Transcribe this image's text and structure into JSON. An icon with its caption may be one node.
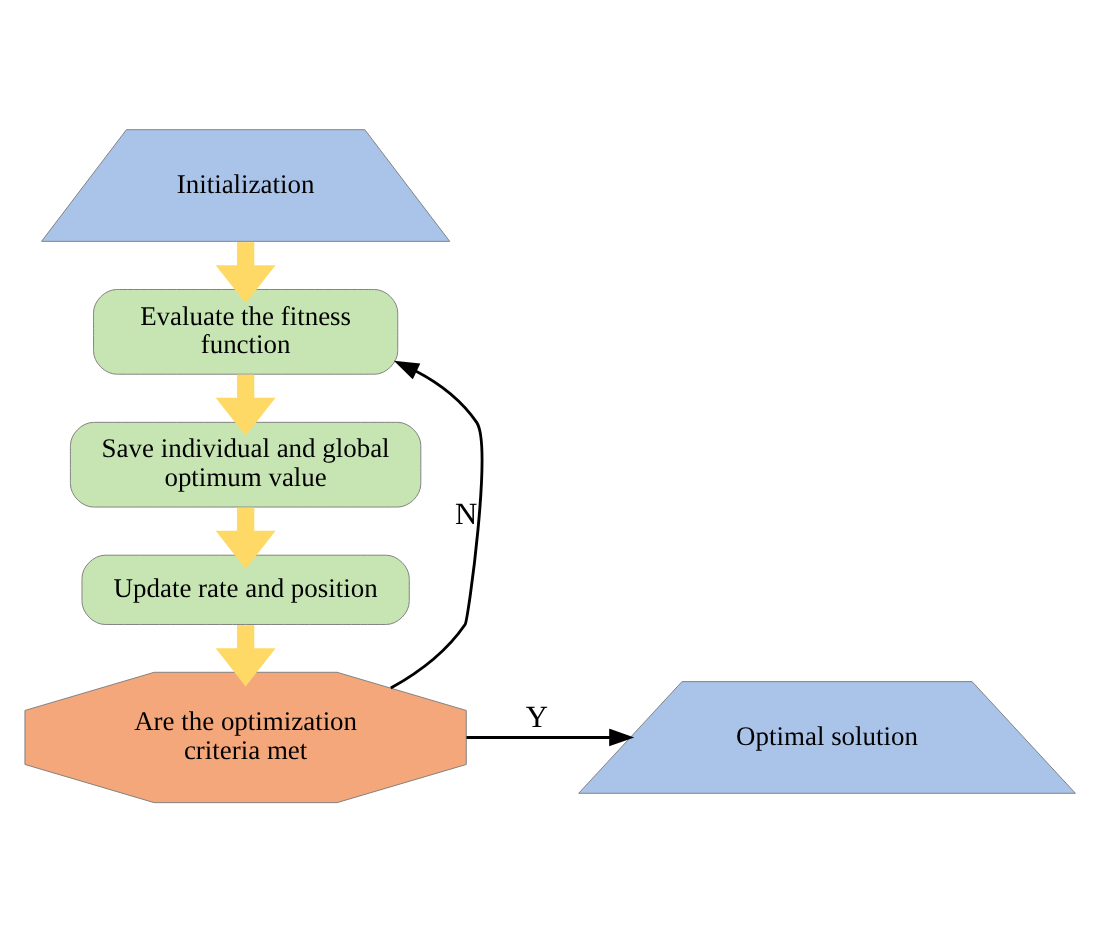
{
  "diagram": {
    "nodes": [
      {
        "text": [
          "Initialization"
        ]
      },
      {
        "text": [
          "Evaluate the fitness function"
        ]
      },
      {
        "text": [
          "Save individual and global optimum value"
        ]
      },
      {
        "text": [
          "Update rate and position"
        ]
      },
      {
        "text": [
          "Are the optimization criteria met"
        ]
      },
      {
        "text": [
          "Optimal solution"
        ]
      }
    ],
    "edges": [
      {
        "from": 0,
        "to": 1,
        "arrow": "to"
      },
      {
        "from": 1,
        "to": 2,
        "arrow": "to"
      },
      {
        "from": 2,
        "to": 3,
        "arrow": "to"
      },
      {
        "from": 3,
        "to": 4,
        "arrow": "to"
      },
      {
        "from": 4,
        "to": 1,
        "arrow": "to",
        "label": "N",
        "color": "#000000"
      },
      {
        "from": 4,
        "to": 5,
        "arrow": "to",
        "label": "Y",
        "color": "#000000"
      }
    ]
  }
}
